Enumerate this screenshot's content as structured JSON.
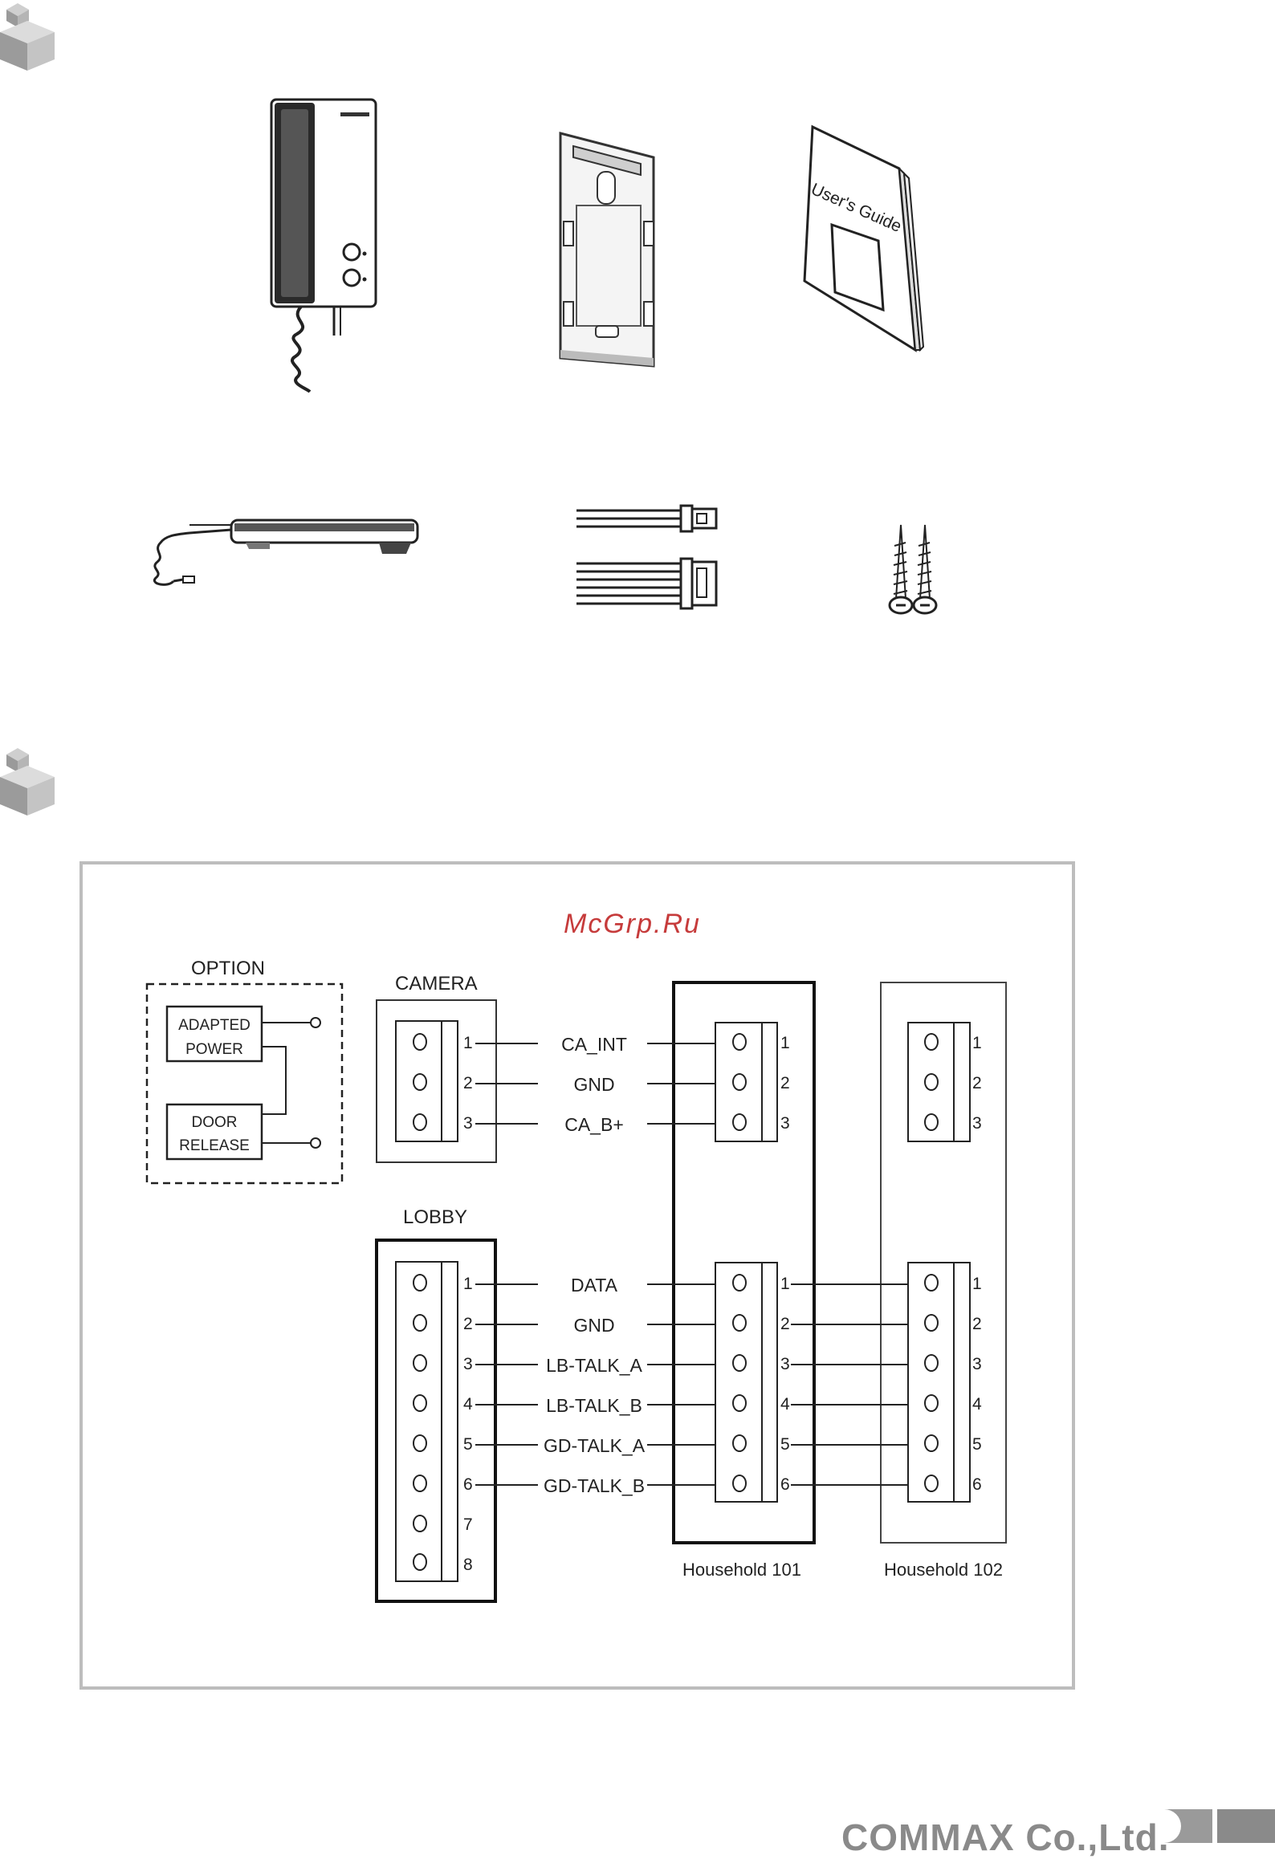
{
  "guide_label": "User's Guide",
  "watermark": "McGrp.Ru",
  "diagram": {
    "option_label": "OPTION",
    "adapted_power": [
      "ADAPTED",
      "POWER"
    ],
    "door_release": [
      "DOOR",
      "RELEASE"
    ],
    "camera_label": "CAMERA",
    "lobby_label": "LOBBY",
    "camera_signals": [
      "CA_INT",
      "GND",
      "CA_B+"
    ],
    "lobby_signals": [
      "DATA",
      "GND",
      "LB-TALK_A",
      "LB-TALK_B",
      "GD-TALK_A",
      "GD-TALK_B"
    ],
    "pin_numbers": [
      "1",
      "2",
      "3",
      "4",
      "5",
      "6",
      "7",
      "8"
    ],
    "household_101": "Household 101",
    "household_102": "Household 102"
  },
  "footer": {
    "company": "COMMAX Co.,Ltd."
  }
}
